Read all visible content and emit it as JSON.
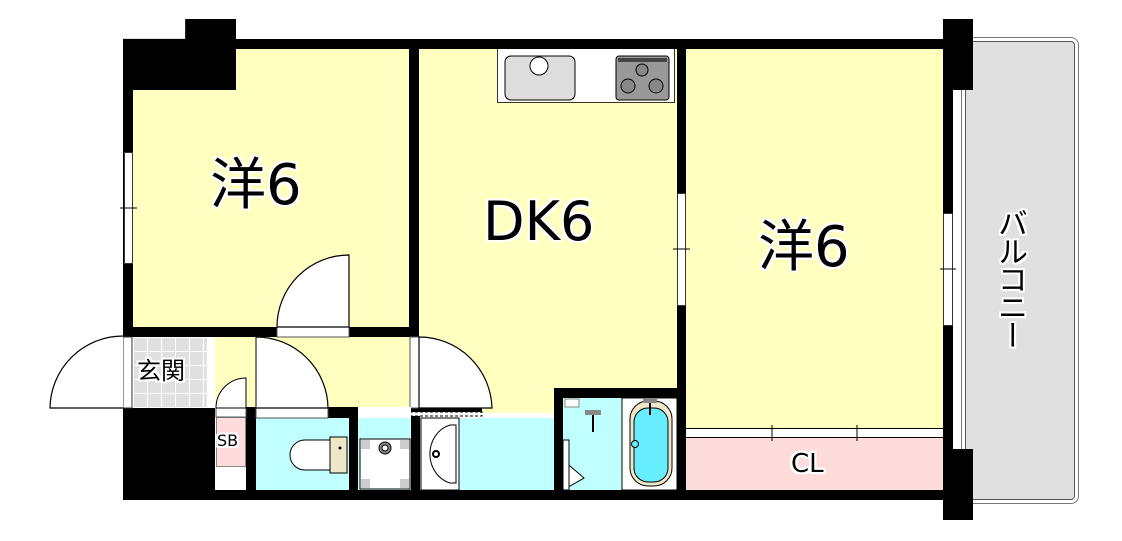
{
  "floor_plan": {
    "layout_type": "2DK",
    "rooms": [
      {
        "id": "western-room-left",
        "label": "洋6",
        "type": "western-style room",
        "size_jo": 6
      },
      {
        "id": "dining-kitchen",
        "label": "DK6",
        "type": "dining kitchen",
        "size_jo": 6
      },
      {
        "id": "western-room-right",
        "label": "洋6",
        "type": "western-style room",
        "size_jo": 6
      },
      {
        "id": "entrance",
        "label": "玄関",
        "type": "entrance"
      },
      {
        "id": "shoe-box",
        "label": "SB",
        "type": "shoe box"
      },
      {
        "id": "closet",
        "label": "CL",
        "type": "closet"
      },
      {
        "id": "balcony",
        "label": "バルコニー",
        "type": "balcony"
      },
      {
        "id": "toilet",
        "label": "",
        "type": "toilet"
      },
      {
        "id": "washer-space",
        "label": "",
        "type": "washing machine space"
      },
      {
        "id": "washroom",
        "label": "",
        "type": "washroom"
      },
      {
        "id": "bathroom",
        "label": "",
        "type": "bathroom"
      }
    ],
    "fixtures": [
      "sink-icon",
      "gas-stove-icon",
      "toilet-icon",
      "washing-machine-pan-icon",
      "wash-basin-icon",
      "bathtub-icon",
      "shower-faucet-icon"
    ],
    "colors": {
      "room": "#ffffbf",
      "wet_area": "#bfffff",
      "bathtub_water": "#66eeff",
      "closet": "#ffdcdc",
      "entrance": "#e0e0e0",
      "balcony": "#e0e0e0",
      "wall": "#000000"
    }
  }
}
